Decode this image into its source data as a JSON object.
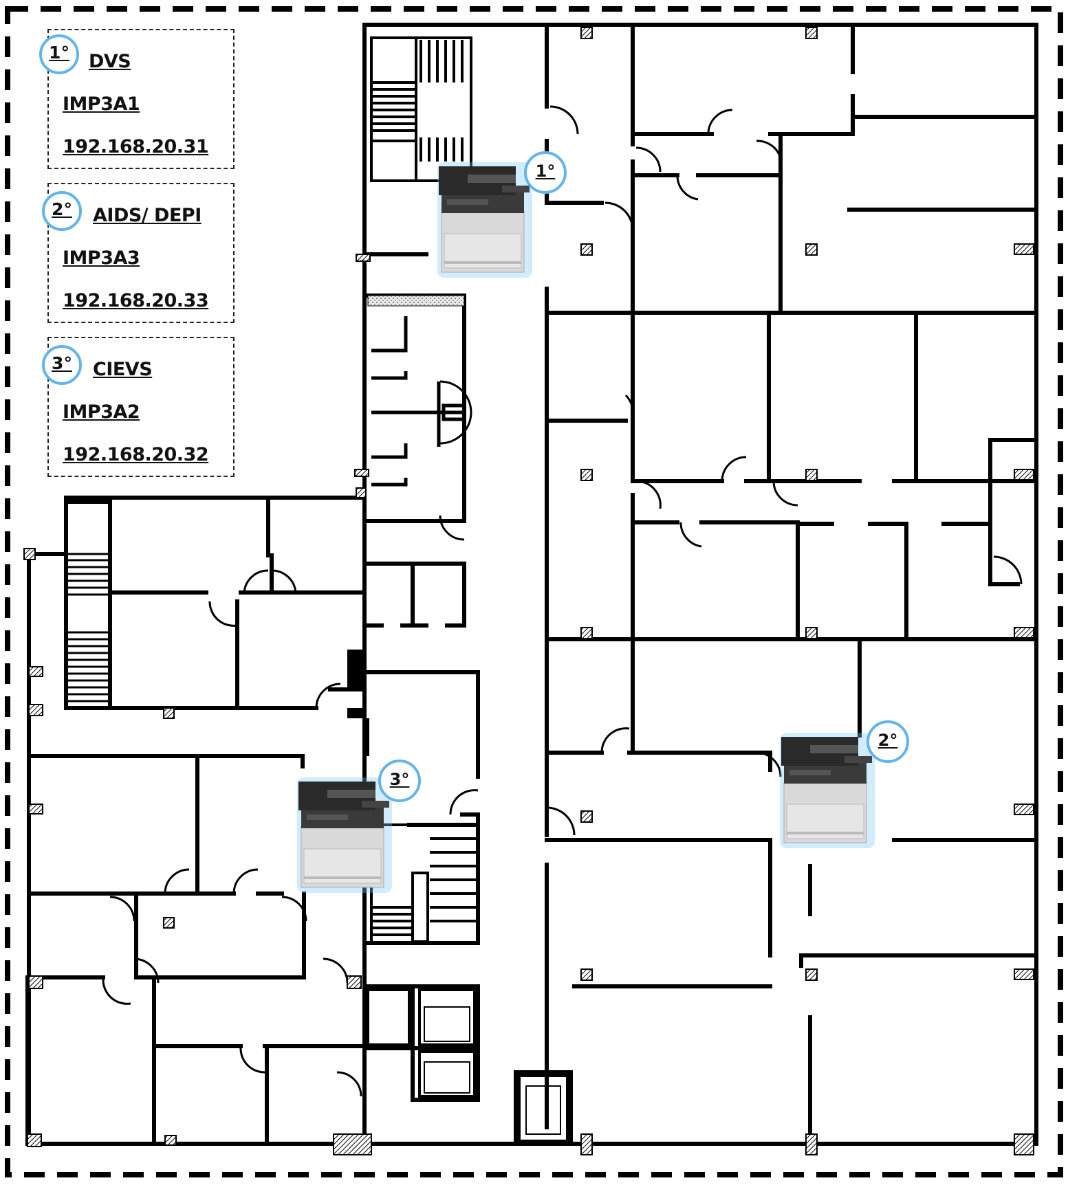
{
  "legend": [
    {
      "order": "1°",
      "department": "DVS",
      "printer": "IMP3A1",
      "ip": "192.168.20.31"
    },
    {
      "order": "2°",
      "department": "AIDS/ DEPI",
      "printer": "IMP3A3",
      "ip": "192.168.20.33"
    },
    {
      "order": "3°",
      "department": "CIEVS",
      "printer": "IMP3A2",
      "ip": "192.168.20.32"
    }
  ],
  "printers": [
    {
      "order": "1°"
    },
    {
      "order": "2°"
    },
    {
      "order": "3°"
    }
  ],
  "colors": {
    "wall": "#000000",
    "badge_ring": "#62b4ee",
    "printer_glow": "#7cc8f5",
    "printer_body": "#d9d9d9",
    "printer_top": "#2a2a2a"
  },
  "icons": [
    "printer-icon",
    "column-icon",
    "door-swing-icon",
    "stairs-icon",
    "elevator-icon"
  ]
}
